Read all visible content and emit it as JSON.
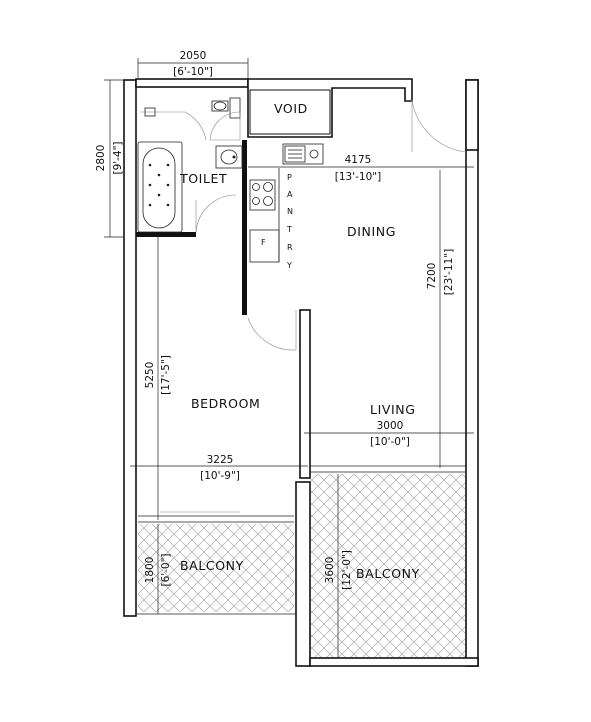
{
  "rooms": {
    "void": "VOID",
    "toilet": "TOILET",
    "dining": "DINING",
    "bedroom": "BEDROOM",
    "living": "LIVING",
    "balcony_left": "BALCONY",
    "balcony_right": "BALCONY",
    "pantry_letters": [
      "P",
      "A",
      "N",
      "T",
      "R",
      "Y"
    ],
    "fridge": "F"
  },
  "dimensions": {
    "top_width_mm": "2050",
    "top_width_ft": "[6'-10\"]",
    "toilet_height_mm": "2800",
    "toilet_height_ft": "[9'-4\"]",
    "dining_width_mm": "4175",
    "dining_width_ft": "[13'-10\"]",
    "right_height_mm": "7200",
    "right_height_ft": "[23'-11\"]",
    "bedroom_height_mm": "5250",
    "bedroom_height_ft": "[17'-5\"]",
    "living_width_mm": "3000",
    "living_width_ft": "[10'-0\"]",
    "bedroom_width_mm": "3225",
    "bedroom_width_ft": "[10'-9\"]",
    "balcony_left_mm": "1800",
    "balcony_left_ft": "[6'-0\"]",
    "balcony_right_mm": "3600",
    "balcony_right_ft": "[12'-0\"]"
  }
}
